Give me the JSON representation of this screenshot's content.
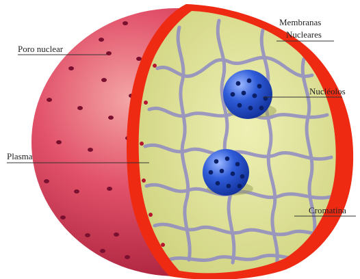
{
  "labels": {
    "nuclear_pore": "Poro nuclear",
    "nuclear_membranes_line1": "Membranas",
    "nuclear_membranes_line2": "Nucleares",
    "nucleoli": "Nucléolos",
    "plasma": "Plasma",
    "chromatin": "Cromatina"
  },
  "colors": {
    "outer_surface": "#d7304f",
    "membrane": "#ee2a12",
    "nucleoplasm": "#e6e89c",
    "chromatin": "#8f8ac4",
    "nucleolus": "#2a55cf"
  }
}
